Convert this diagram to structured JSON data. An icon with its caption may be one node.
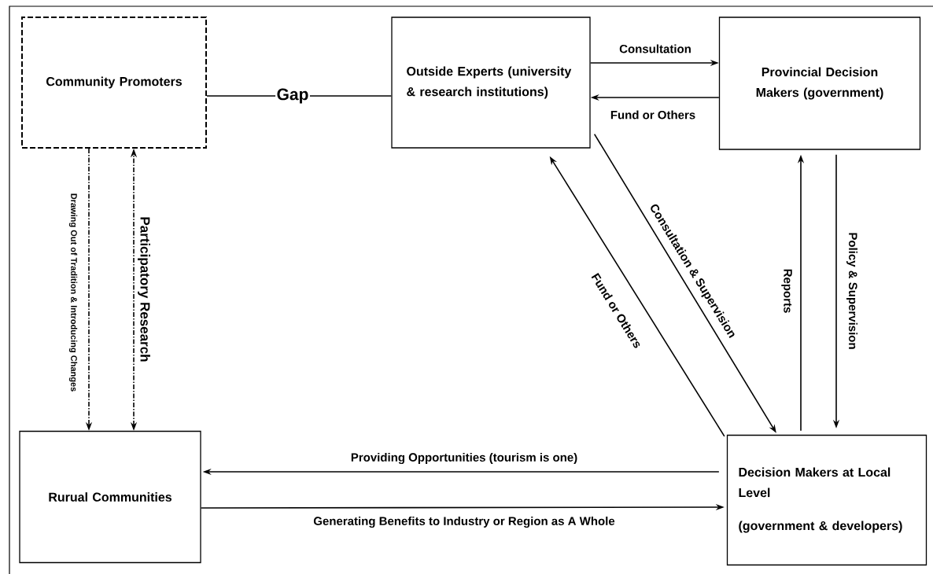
{
  "diagram": {
    "nodes": [
      {
        "text": [
          "Community Promoters"
        ]
      },
      {
        "text": [
          "Outside Experts (university & research institutions)"
        ]
      },
      {
        "text": [
          "Provincial Decision Makers (government)"
        ]
      },
      {
        "text": [
          "Rurual Communities"
        ]
      },
      {
        "text": [
          "Decision Makers at Local Level",
          "(government & developers)"
        ]
      }
    ],
    "edges": [
      {
        "from": 0,
        "to": 1,
        "arrow": "none",
        "label": "Gap"
      },
      {
        "from": 0,
        "to": 3,
        "arrow": "to",
        "style": "dashed",
        "label": "Drawing Out of Tradition & Introducing Changes"
      },
      {
        "from": 3,
        "to": 0,
        "arrow": "both",
        "style": "dashed",
        "label": "Participatory Research"
      },
      {
        "from": 1,
        "to": 2,
        "arrow": "to",
        "label": "Consultation"
      },
      {
        "from": 2,
        "to": 1,
        "arrow": "to",
        "label": "Fund or Others"
      },
      {
        "from": 1,
        "to": 4,
        "arrow": "to",
        "label": "Consultation & Supervision"
      },
      {
        "from": 4,
        "to": 1,
        "arrow": "to",
        "label": "Fund or Others"
      },
      {
        "from": 4,
        "to": 2,
        "arrow": "to",
        "label": "Reports"
      },
      {
        "from": 2,
        "to": 4,
        "arrow": "to",
        "label": "Policy & Supervision"
      },
      {
        "from": 4,
        "to": 3,
        "arrow": "to",
        "label": "Providing Opportunities (tourism is one)"
      },
      {
        "from": 3,
        "to": 4,
        "arrow": "to",
        "label": "Generating Benefits to Industry or Region as A Whole"
      }
    ]
  }
}
